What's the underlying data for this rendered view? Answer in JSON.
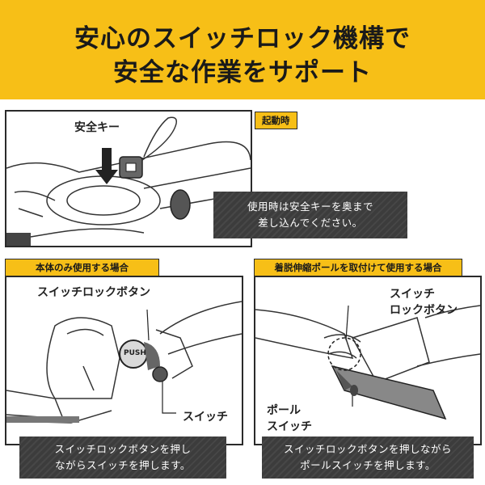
{
  "headline": {
    "line1": "安心のスイッチロック機構で",
    "line2": "安全な作業をサポート"
  },
  "startup": {
    "tag": "起動時",
    "key_label": "安全キー",
    "note_line1": "使用時は安全キーを奥まで",
    "note_line2": "差し込んでください。"
  },
  "body_only": {
    "tag": "本体のみ使用する場合",
    "lock_button_label": "スイッチロックボタン",
    "push_text": "PUSH",
    "switch_label": "スイッチ",
    "note_line1": "スイッチロックボタンを押し",
    "note_line2": "ながらスイッチを押します。"
  },
  "pole": {
    "tag": "着脱伸縮ポールを取付けて使用する場合",
    "lock_label_line1": "スイッチ",
    "lock_label_line2": "ロックボタン",
    "pole_switch_line1": "ポール",
    "pole_switch_line2": "スイッチ",
    "note_line1": "スイッチロックボタンを押しながら",
    "note_line2": "ポールスイッチを押します。"
  },
  "colors": {
    "accent": "#f7bf17",
    "note_bg": "#3c3c3c",
    "outline": "#2a2a2a"
  }
}
